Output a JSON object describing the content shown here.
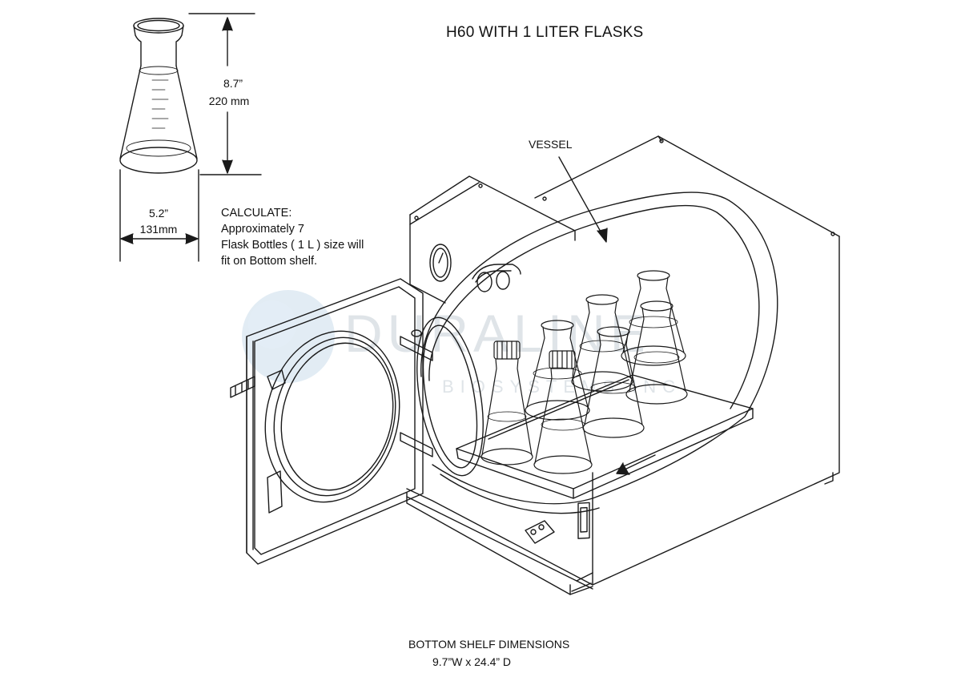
{
  "title": "H60 WITH 1 LITER FLASKS",
  "flask_height": {
    "inch": "8.7”",
    "mm": "220 mm"
  },
  "flask_width": {
    "inch": "5.2”",
    "mm": "131mm"
  },
  "vessel_label": "VESSEL",
  "calculate": {
    "heading": "CALCULATE:",
    "lines": [
      "Approximately  7",
      "Flask Bottles ( 1 L ) size will",
      "fit on Bottom shelf."
    ]
  },
  "bottom_shelf": {
    "heading": "BOTTOM SHELF DIMENSIONS",
    "dims": "9.7”W x 24.4” D"
  },
  "watermark": {
    "main": "DURALINE",
    "sub": "BIOSYSTEMS INC"
  },
  "colors": {
    "line": "#1a1a1a",
    "watermark": "#dfe4e8",
    "watermark_logo": "#d5e4ef"
  }
}
